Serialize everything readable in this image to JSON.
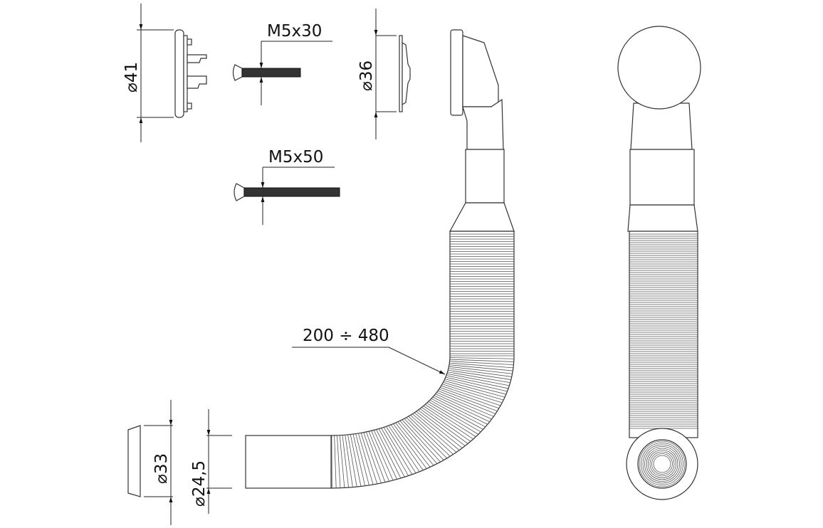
{
  "dimensions": {
    "cap_diameter": "41",
    "screw_short": "M5x30",
    "cover_diameter": "36",
    "screw_long": "M5x50",
    "hose_length": "200 ÷ 480",
    "ring_diameter": "33",
    "tube_diameter": "24,5",
    "diameter_symbol": "⌀"
  },
  "colors": {
    "line": "#222222",
    "background": "#ffffff"
  }
}
